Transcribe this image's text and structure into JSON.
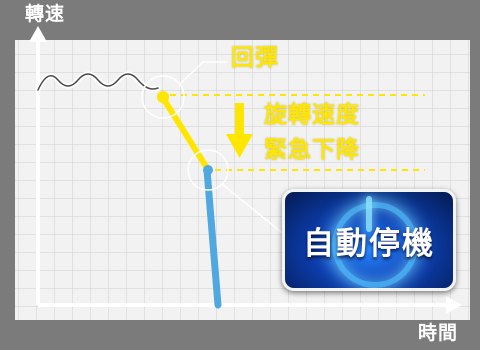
{
  "axes": {
    "y_label": "轉速",
    "x_label": "時間"
  },
  "annotations": {
    "bounce": "回彈",
    "drop_line1": "旋轉速度",
    "drop_line2": "緊急下降",
    "stop_badge": "自動停機"
  },
  "colors": {
    "background": "#7b7b7b",
    "plot_area": "#f2f2f2",
    "accent_yellow": "#ffe600",
    "falling_blue": "#4fa8e0",
    "badge_blue": "#0d3fb0"
  },
  "icons": {
    "badge_icon": "power-icon",
    "arrow": "down-arrow-icon"
  }
}
